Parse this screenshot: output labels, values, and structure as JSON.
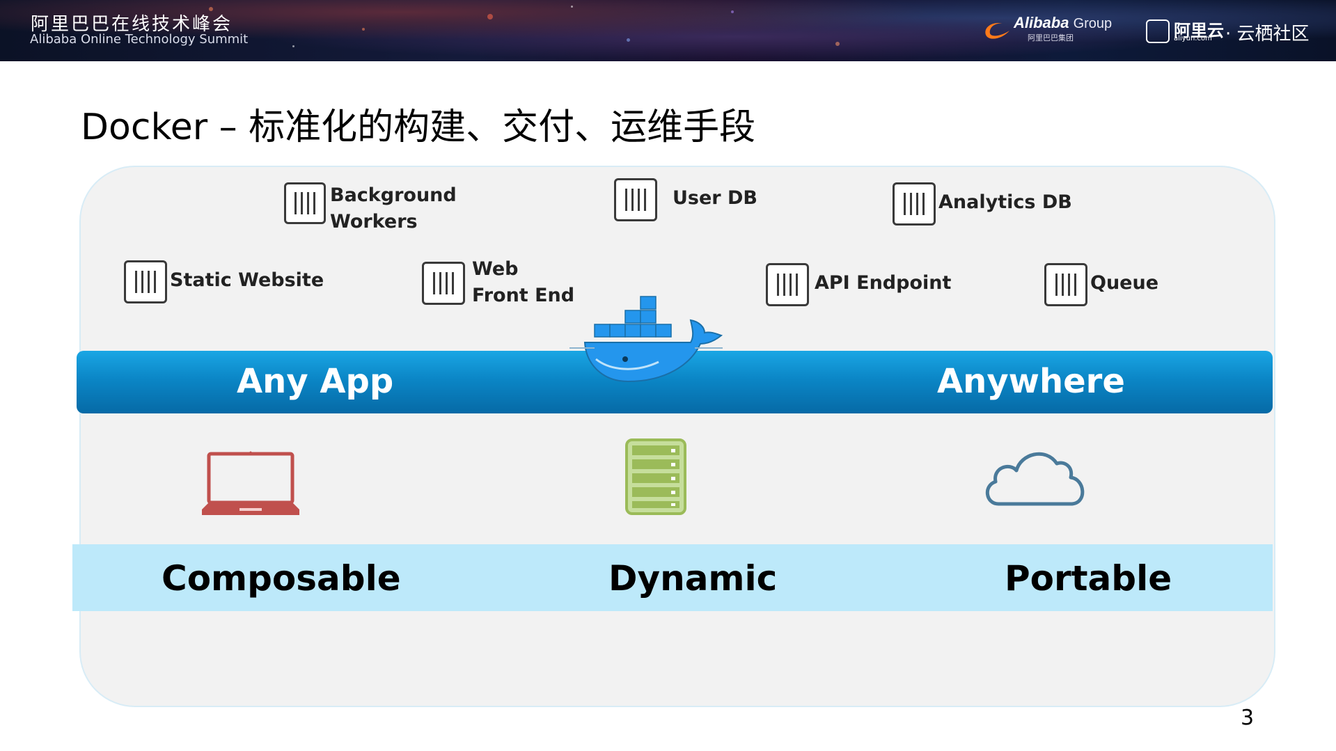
{
  "header": {
    "summit_cn": "阿里巴巴在线技术峰会",
    "summit_en": "Alibaba Online Technology Summit",
    "alibaba_group": "Alibaba",
    "alibaba_group_suffix": "Group",
    "alibaba_group_cn": "阿里巴巴集团",
    "aliyun_cn": "阿里云",
    "aliyun_en": "aliyun.com",
    "community": "· 云栖社区"
  },
  "slide": {
    "title": "Docker – 标准化的构建、交付、运维手段",
    "page_number": "3"
  },
  "apps": [
    {
      "label": "Background\nWorkers"
    },
    {
      "label": "User DB"
    },
    {
      "label": "Analytics DB"
    },
    {
      "label": "Static Website"
    },
    {
      "label": "Web\nFront End"
    },
    {
      "label": "API Endpoint"
    },
    {
      "label": "Queue"
    }
  ],
  "band": {
    "left": "Any App",
    "right": "Anywhere"
  },
  "qualities": {
    "composable": "Composable",
    "dynamic": "Dynamic",
    "portable": "Portable"
  },
  "colors": {
    "band": "#0b86c6",
    "strip": "#bde9fa",
    "laptop": "#c0504d",
    "server": "#9bbb59",
    "cloud": "#4a7a9a",
    "whale": "#2496ed"
  },
  "icons": {
    "container": "container-icon",
    "whale": "docker-whale-icon",
    "laptop": "laptop-icon",
    "server": "server-icon",
    "cloud": "cloud-icon"
  }
}
